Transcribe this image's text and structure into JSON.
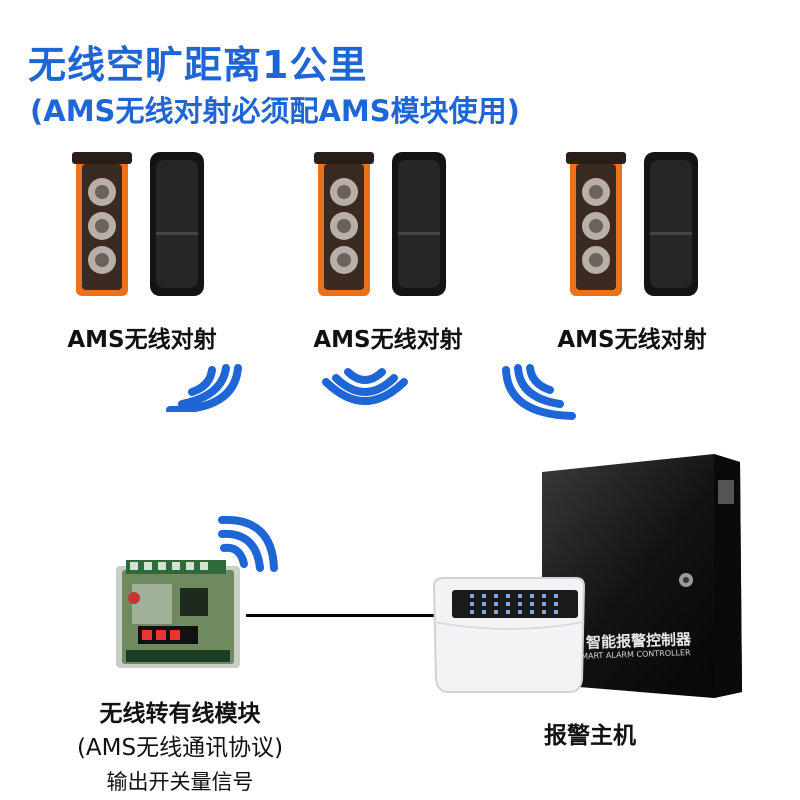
{
  "header": {
    "title": "无线空旷距离1公里",
    "subtitle": "(AMS无线对射必须配AMS模块使用)"
  },
  "sensors": [
    {
      "label": "AMS无线对射"
    },
    {
      "label": "AMS无线对射"
    },
    {
      "label": "AMS无线对射"
    }
  ],
  "module": {
    "label": "无线转有线模块",
    "protocol": "(AMS无线通讯协议)",
    "output": "输出开关量信号"
  },
  "host": {
    "label": "报警主机",
    "panel_text": "智能报警控制器",
    "panel_subtext": "SMART ALARM CONTROLLER"
  },
  "colors": {
    "accent": "#1e66d6",
    "orange": "#e8721e",
    "dark": "#141414"
  }
}
